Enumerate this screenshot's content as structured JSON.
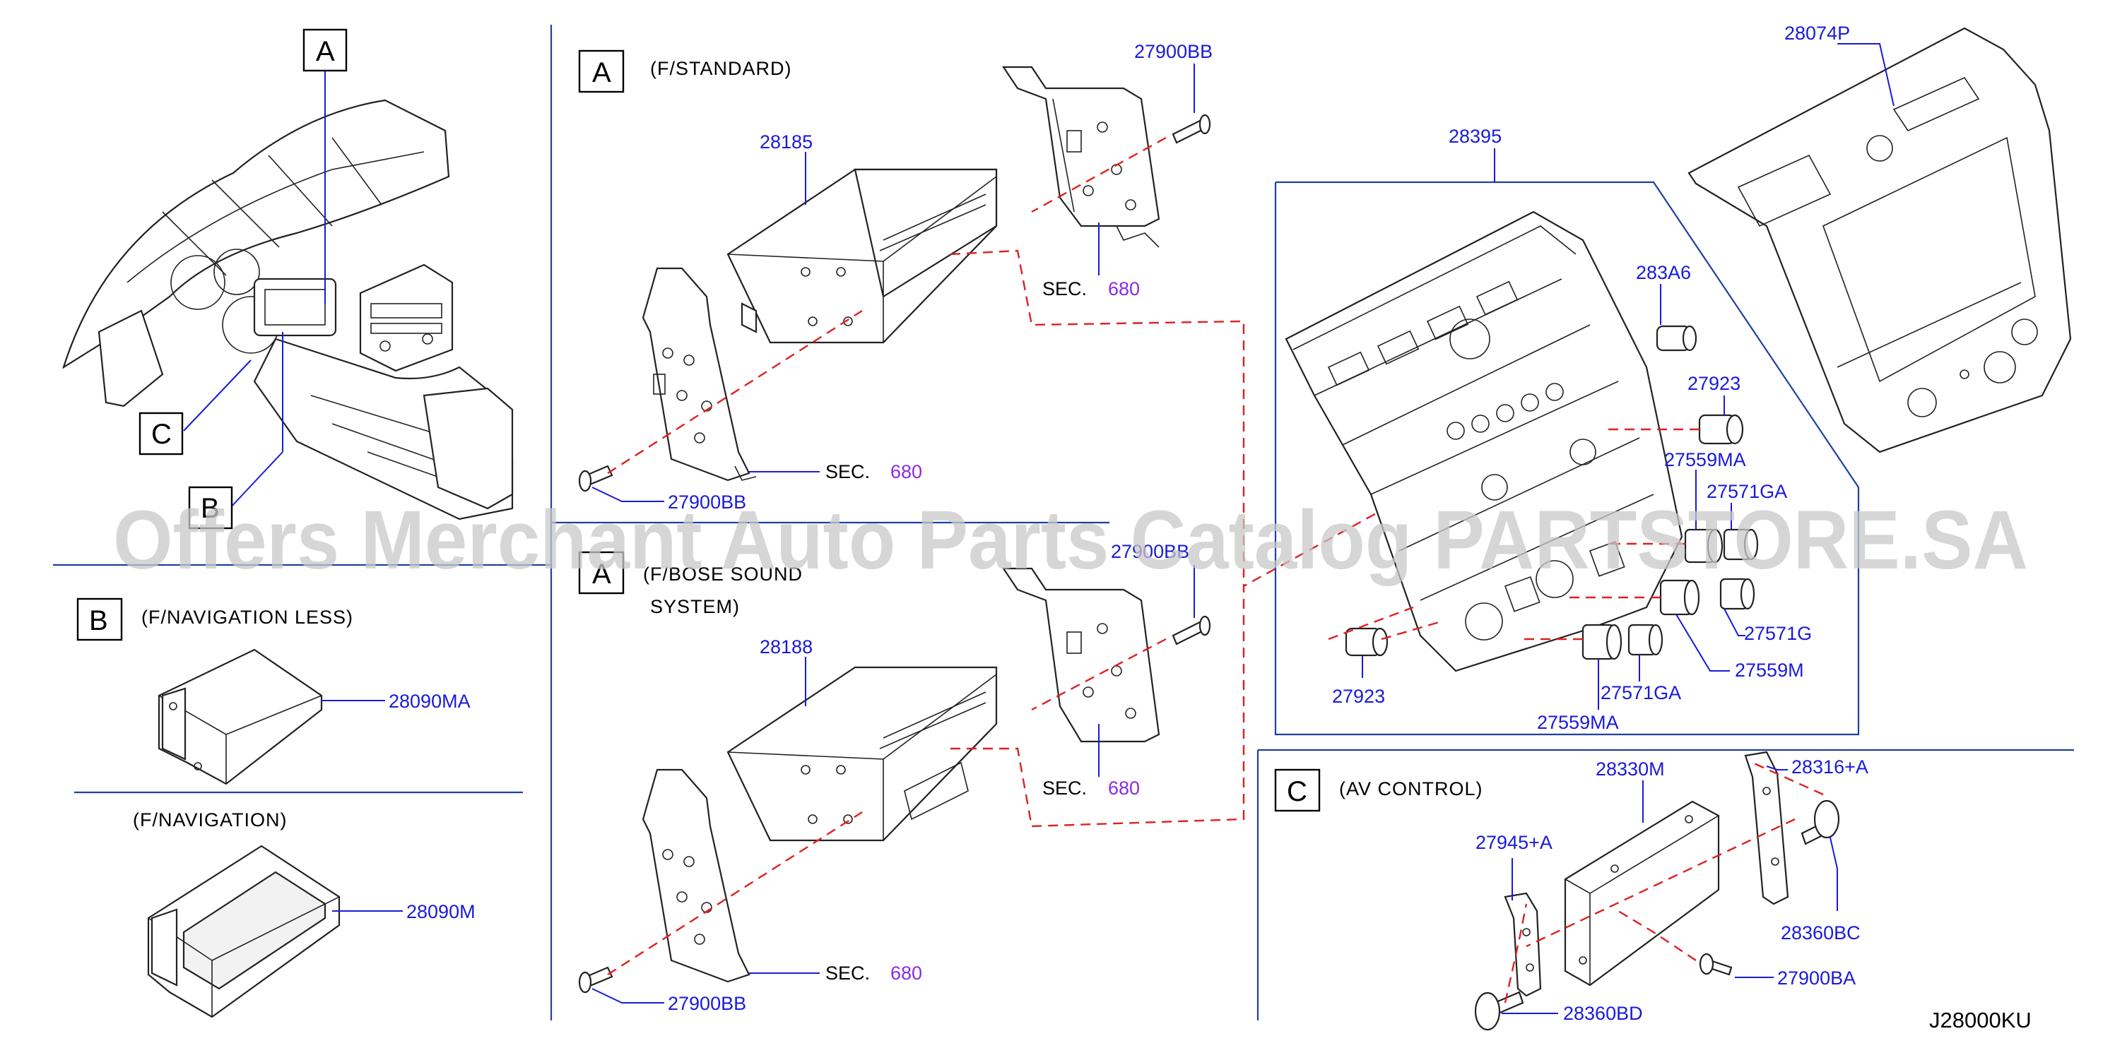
{
  "sections": {
    "a_standard": {
      "box": "A",
      "label": "(F/STANDARD)"
    },
    "a_bose": {
      "box": "A",
      "label_line1": "(F/BOSE   SOUND",
      "label_line2": "SYSTEM)"
    },
    "b": {
      "box": "B",
      "label": "(F/NAVIGATION   LESS)",
      "sub_label": "(F/NAVIGATION)"
    },
    "c": {
      "box": "C",
      "label": "(AV   CONTROL)"
    },
    "overview": {
      "box_a": "A",
      "box_b": "B",
      "box_c": "C"
    }
  },
  "parts": {
    "p28185": "28185",
    "p28188": "28188",
    "p27900bb_top": "27900BB",
    "p27900bb_mid": "27900BB",
    "p27900bb_left": "27900BB",
    "p27900bb_bottom": "27900BB",
    "p28090ma": "28090MA",
    "p28090m": "28090M",
    "p28395": "28395",
    "p28074p": "28074P",
    "p283a6": "283A6",
    "p27923_a": "27923",
    "p27923_b": "27923",
    "p27559ma_a": "27559MA",
    "p27559ma_b": "27559MA",
    "p27571ga_a": "27571GA",
    "p27571ga_b": "27571GA",
    "p27571g": "27571G",
    "p27559m": "27559M",
    "p28330m": "28330M",
    "p28316a": "28316+A",
    "p27945a": "27945+A",
    "p28360bc": "28360BC",
    "p27900ba": "27900BA",
    "p28360bd": "28360BD"
  },
  "sec_refs": {
    "prefix": "SEC.",
    "s1": "680",
    "s2": "680",
    "s3": "680",
    "s4": "680"
  },
  "diagram_code": "J28000KU",
  "watermark": "Offers Merchant Auto Parts Catalog PARTSTORE.SA",
  "colors": {
    "part_number": "#1a1adb",
    "section_ref": "#8a2be2",
    "dashed_line": "#e02020",
    "divider": "#2040a0"
  }
}
